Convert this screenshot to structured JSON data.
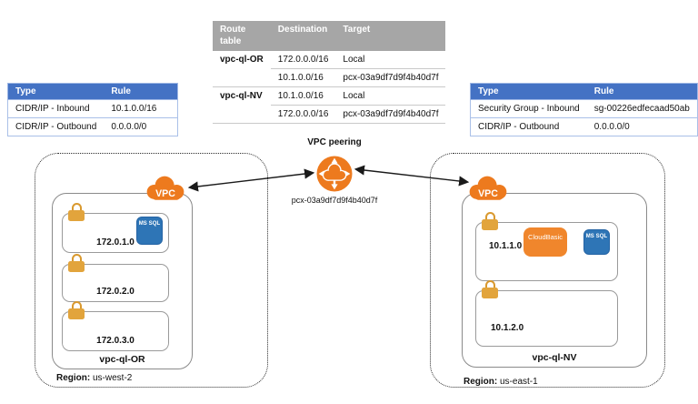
{
  "peering": {
    "title": "VPC peering",
    "id": "pcx-03a9df7d9f4b40d7f"
  },
  "tables": {
    "left_rules": {
      "headers": [
        "Type",
        "Rule"
      ],
      "rows": [
        [
          "CIDR/IP - Inbound",
          "10.1.0.0/16"
        ],
        [
          "CIDR/IP - Outbound",
          "0.0.0.0/0"
        ]
      ]
    },
    "right_rules": {
      "headers": [
        "Type",
        "Rule"
      ],
      "rows": [
        [
          "Security Group - Inbound",
          "sg-00226edfecaad50ab"
        ],
        [
          "CIDR/IP - Outbound",
          "0.0.0.0/0"
        ]
      ]
    },
    "route_table": {
      "headers": [
        "Route table",
        "Destination",
        "Target"
      ],
      "groups": [
        {
          "name": "vpc-ql-OR",
          "rows": [
            [
              "172.0.0.0/16",
              "Local"
            ],
            [
              "10.1.0.0/16",
              "pcx-03a9df7d9f4b40d7f"
            ]
          ]
        },
        {
          "name": "vpc-ql-NV",
          "rows": [
            [
              "10.1.0.0/16",
              "Local"
            ],
            [
              "172.0.0.0/16",
              "pcx-03a9df7d9f4b40d7f"
            ]
          ]
        }
      ]
    }
  },
  "regions": {
    "west": {
      "label": "Region:",
      "name": "us-west-2",
      "vpc_name": "vpc-ql-OR",
      "vpc_icon": "VPC",
      "subnets": [
        {
          "cidr": "172.0.1.0",
          "services": [
            {
              "label": "MS SQL"
            }
          ]
        },
        {
          "cidr": "172.0.2.0",
          "services": []
        },
        {
          "cidr": "172.0.3.0",
          "services": []
        }
      ]
    },
    "east": {
      "label": "Region:",
      "name": "us-east-1",
      "vpc_name": "vpc-ql-NV",
      "vpc_icon": "VPC",
      "subnets": [
        {
          "cidr": "10.1.1.0",
          "services": [
            {
              "label": "CloudBasic"
            },
            {
              "label": "MS SQL"
            }
          ]
        },
        {
          "cidr": "10.1.2.0",
          "services": []
        }
      ]
    }
  },
  "colors": {
    "aws_orange": "#ED7A1E",
    "cloudbasic_orange": "#F0862C",
    "mssql_blue": "#2E75B6",
    "table_header_blue": "#4472C4",
    "table_header_gray": "#A6A6A6",
    "lock_gold": "#E2A43C"
  }
}
